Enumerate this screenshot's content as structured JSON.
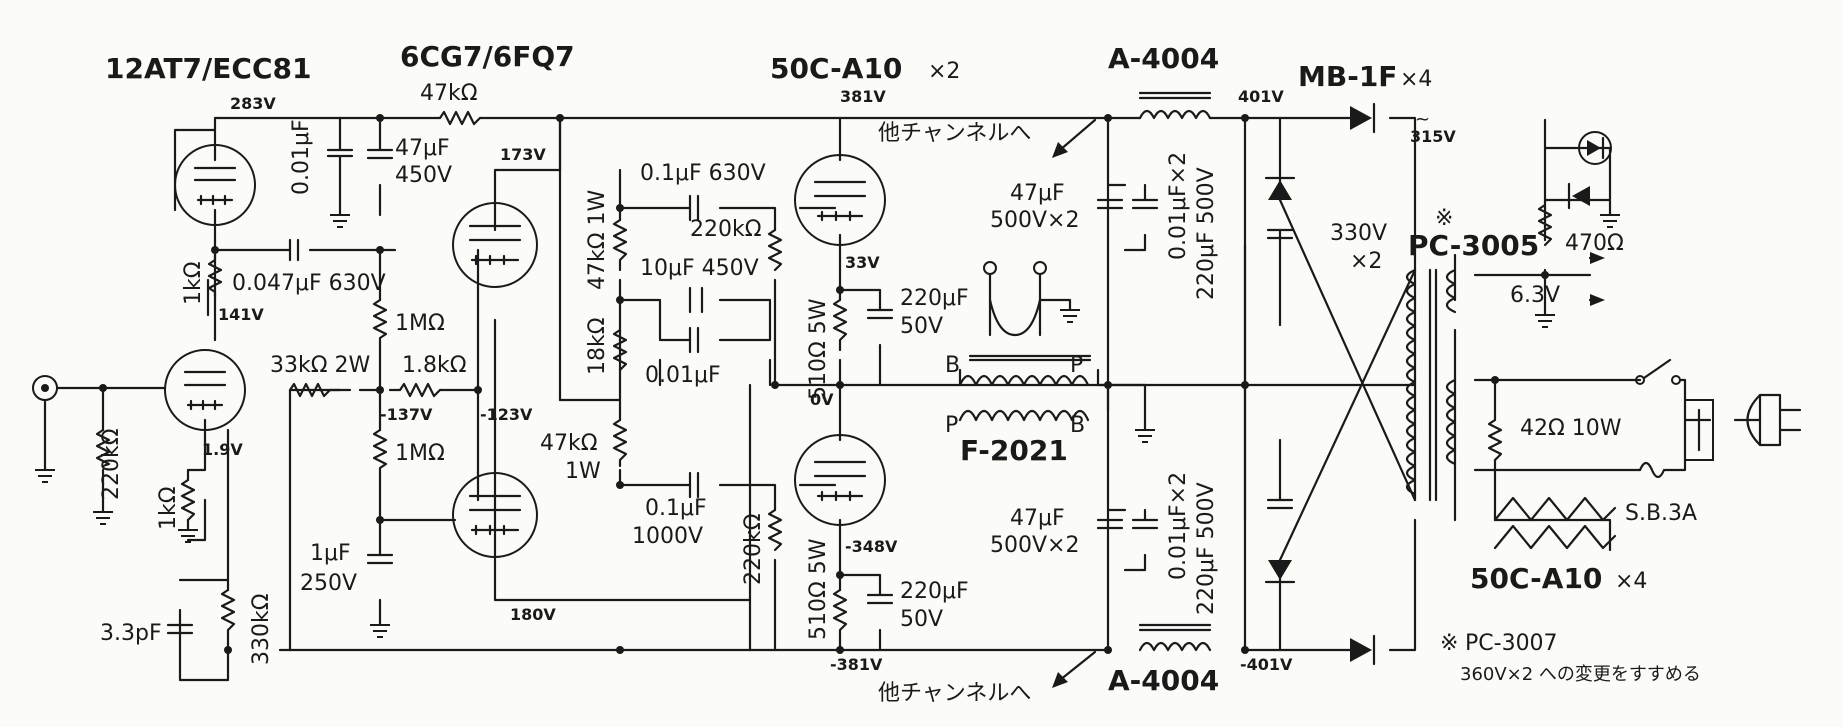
{
  "tubes": {
    "t1": "12AT7/ECC81",
    "t2": "6CG7/6FQ7",
    "t3": "50C-A10",
    "t3_mult": "×2",
    "rect": "MB-1F",
    "rect_mult": "×4",
    "heater_tube": "50C-A10",
    "heater_mult": "×4"
  },
  "voltages": {
    "v283": "283V",
    "v141": "141V",
    "v19": "1.9V",
    "v173": "173V",
    "v137": "-137V",
    "v123": "-123V",
    "v180": "180V",
    "v381": "381V",
    "v33": "33V",
    "v0": "0V",
    "v348": "-348V",
    "v381n": "-381V",
    "v401": "401V",
    "v401n": "-401V",
    "v315": "315V",
    "tilde": "~",
    "v330": "330V",
    "x2": "×2",
    "v63": "6.3V"
  },
  "components": {
    "r47k": "47kΩ",
    "c001a": "0.01μF",
    "c47u": "47μF",
    "c450": "450V",
    "r1k": "1kΩ",
    "c047": "0.047μF 630V",
    "r1m_a": "1MΩ",
    "r1m_b": "1MΩ",
    "r33k": "33kΩ 2W",
    "r18k": "1.8kΩ",
    "r220k_in": "220kΩ",
    "r1k_b": "1kΩ",
    "c1u": "1μF",
    "c250": "250V",
    "c33p": "3.3pF",
    "r330k": "330kΩ",
    "r47k1w": "47kΩ 1W",
    "r18kb": "18kΩ",
    "r47k_b": "47kΩ",
    "w1": "1W",
    "c01_630": "0.1μF 630V",
    "r220k_a": "220kΩ",
    "c10u": "10μF 450V",
    "c001b": "0.01μF",
    "c01_1000": "0.1μF",
    "c1000v": "1000V",
    "r220k_b": "220kΩ",
    "r510a": "510Ω 5W",
    "c220a": "220μF",
    "c50a": "50V",
    "r510b": "510Ω 5W",
    "c220b": "220μF",
    "c50b": "50V",
    "choke_top": "A-4004",
    "choke_bot": "A-4004",
    "c47x2a": "47μF",
    "c500x2a": "500V×2",
    "c47x2b": "47μF",
    "c500x2b": "500V×2",
    "c001x2a": "0.01μF×2",
    "c220_500a": "220μF 500V",
    "c001x2b": "0.01μF×2",
    "c220_500b": "220μF 500V",
    "otx": "F-2021",
    "pB": "B",
    "pP": "P",
    "pP2": "P",
    "pB2": "B",
    "ptx": "PC-3005",
    "star": "※",
    "r470": "470Ω",
    "r42": "42Ω 10W",
    "fuse": "S.B.3A"
  },
  "notes": {
    "other_ch_top": "他チャンネルへ",
    "other_ch_bot": "他チャンネルへ",
    "note_star": "※",
    "note_model": "PC-3007",
    "note_text": "360V×2 への変更をすすめる"
  }
}
